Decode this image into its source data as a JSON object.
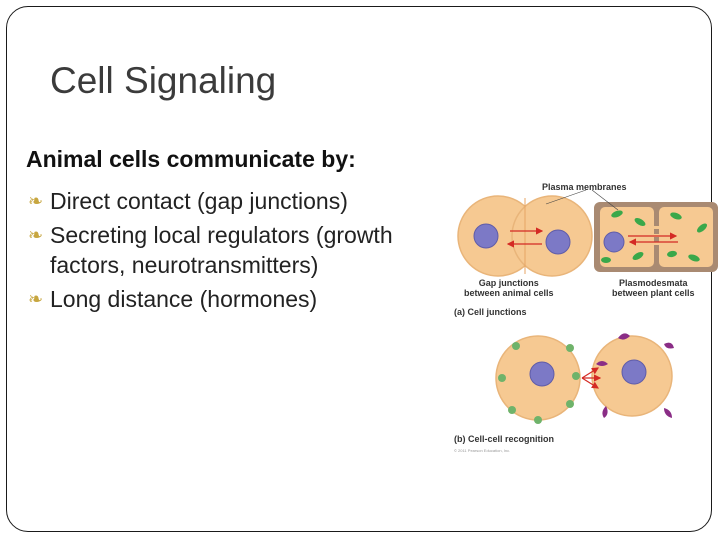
{
  "slide": {
    "title": "Cell Signaling",
    "heading": "Animal cells communicate by:",
    "bullets": [
      "Direct contact (gap junctions)",
      "Secreting local regulators (growth factors, neurotransmitters)",
      "Long distance (hormones)"
    ]
  },
  "figure": {
    "plasma_membranes": "Plasma membranes",
    "gap_junctions": "Gap junctions\nbetween animal cells",
    "plasmodesmata": "Plasmodesmata\nbetween plant cells",
    "panel_a": "(a) Cell junctions",
    "panel_b": "(b) Cell-cell recognition",
    "credit": "© 2011 Pearson Education, Inc."
  },
  "colors": {
    "bullet": "#c7a640",
    "cell_fill": "#f6c992",
    "nucleus": "#7c79c6",
    "plant_wall": "#a98a72",
    "chloroplast": "#3aa84a",
    "arrow": "#d42a24"
  }
}
